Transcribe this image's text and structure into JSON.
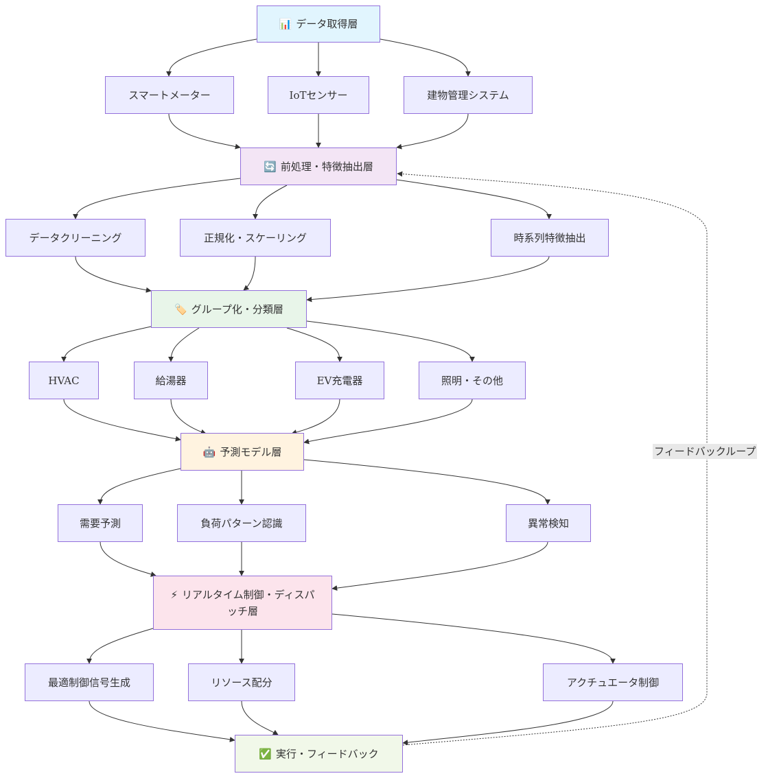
{
  "layers": {
    "data_acquisition": {
      "label": "データ取得層",
      "icon": "📊",
      "icon_name": "bar-chart-icon",
      "fill": "#e1f5fe"
    },
    "preprocessing": {
      "label": "前処理・特徴抽出層",
      "icon": "🔄",
      "icon_name": "refresh-icon",
      "fill": "#f3e5f5"
    },
    "grouping": {
      "label": "グループ化・分類層",
      "icon": "🏷️",
      "icon_name": "tag-icon",
      "fill": "#e8f5e9"
    },
    "prediction": {
      "label": "予測モデル層",
      "icon": "🤖",
      "icon_name": "robot-icon",
      "fill": "#fff3e0"
    },
    "control": {
      "label": "リアルタイム制御・ディスパッチ層",
      "icon": "⚡",
      "icon_name": "lightning-icon",
      "fill": "#fce4ec"
    },
    "execution": {
      "label": "実行・フィードバック",
      "icon": "✅",
      "icon_name": "check-icon",
      "fill": "#f1f8e9"
    }
  },
  "nodes": {
    "smart_meter": "スマートメーター",
    "iot_sensor": "IoTセンサー",
    "bms": "建物管理システム",
    "data_cleaning": "データクリーニング",
    "normalization": "正規化・スケーリング",
    "timeseries": "時系列特徴抽出",
    "hvac": "HVAC",
    "water_heater": "給湯器",
    "ev_charger": "EV充電器",
    "lighting": "照明・その他",
    "demand_forecast": "需要予測",
    "load_pattern": "負荷パターン認識",
    "anomaly": "異常検知",
    "optimal_signal": "最適制御信号生成",
    "resource_alloc": "リソース配分",
    "actuator": "アクチュエータ制御"
  },
  "edge_labels": {
    "feedback_loop": "フィードバックループ"
  },
  "colors": {
    "node_fill": "#ececff",
    "node_border": "#9370db",
    "edge": "#333333",
    "label_bg": "#e8e8e8"
  }
}
